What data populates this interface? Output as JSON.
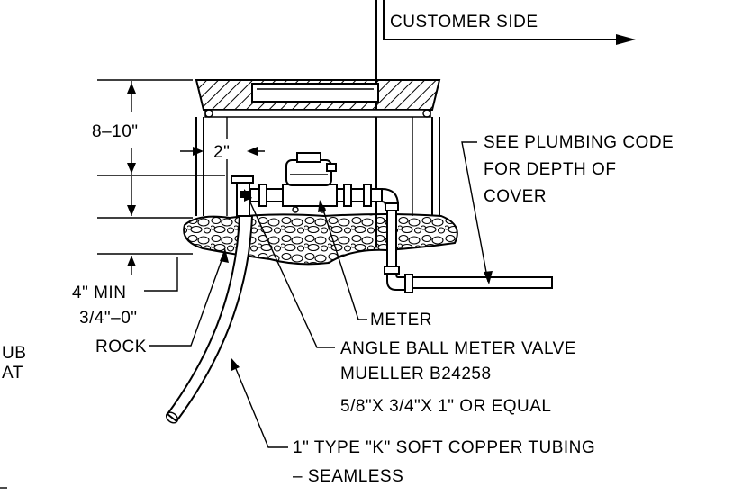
{
  "labels": {
    "customer_side": "CUSTOMER  SIDE",
    "dim_8_10": "8–10\"",
    "dim_2": "2\"",
    "plumbing_code_1": "SEE PLUMBING CODE",
    "plumbing_code_2": "FOR DEPTH OF",
    "plumbing_code_3": "COVER",
    "four_min": "4\" MIN",
    "rock_1": "3/4\"–0\"",
    "rock_2": "ROCK",
    "meter": "METER",
    "valve_1": "ANGLE BALL METER VALVE",
    "valve_2": "MUELLER B24258",
    "valve_3": "5/8\"X 3/4\"X 1\" OR EQUAL",
    "tubing_1": "1\" TYPE \"K\" SOFT COPPER TUBING",
    "tubing_2": "– SEAMLESS",
    "cut_off_1": "UB",
    "cut_off_2": "AT"
  },
  "colors": {
    "ink": "#000000",
    "paper": "#ffffff"
  }
}
